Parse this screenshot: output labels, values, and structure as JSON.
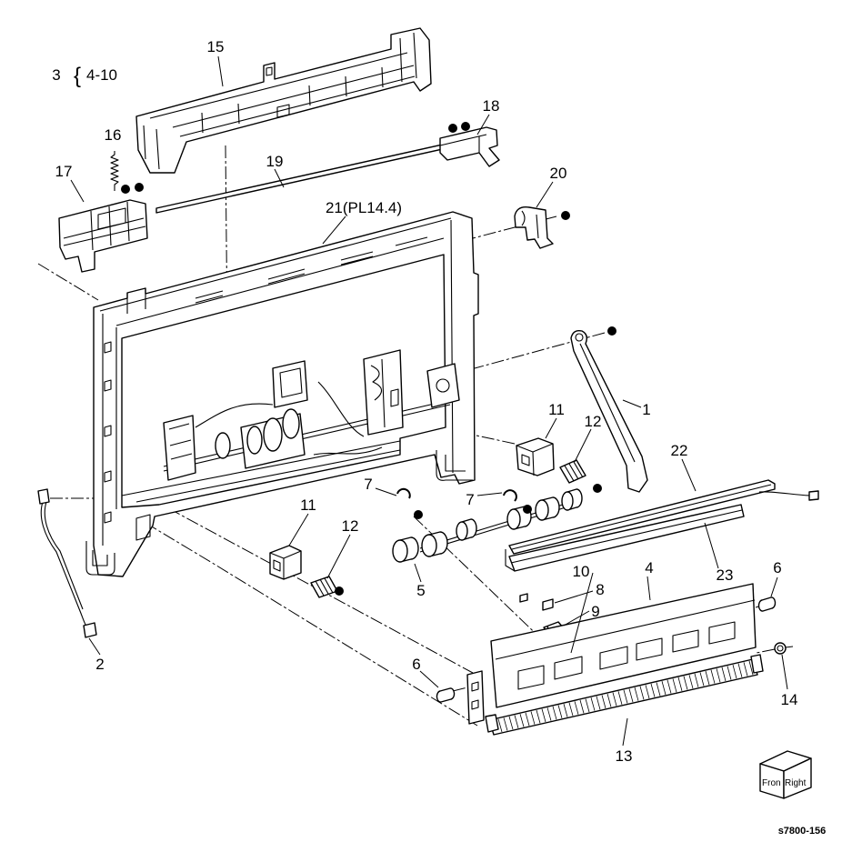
{
  "group_note": {
    "parent": "3",
    "brace": "{",
    "range": "4-10"
  },
  "callouts": [
    "15",
    "18",
    "16",
    "19",
    "20",
    "17",
    "21(PL14.4)",
    "1",
    "11",
    "12",
    "22",
    "7",
    "7",
    "11",
    "12",
    "10",
    "8",
    "4",
    "6",
    "23",
    "9",
    "5",
    "2",
    "6",
    "14",
    "13"
  ],
  "orientation_cube": {
    "front": "Fron",
    "right": "Right"
  },
  "figure_id": "s7800-156"
}
